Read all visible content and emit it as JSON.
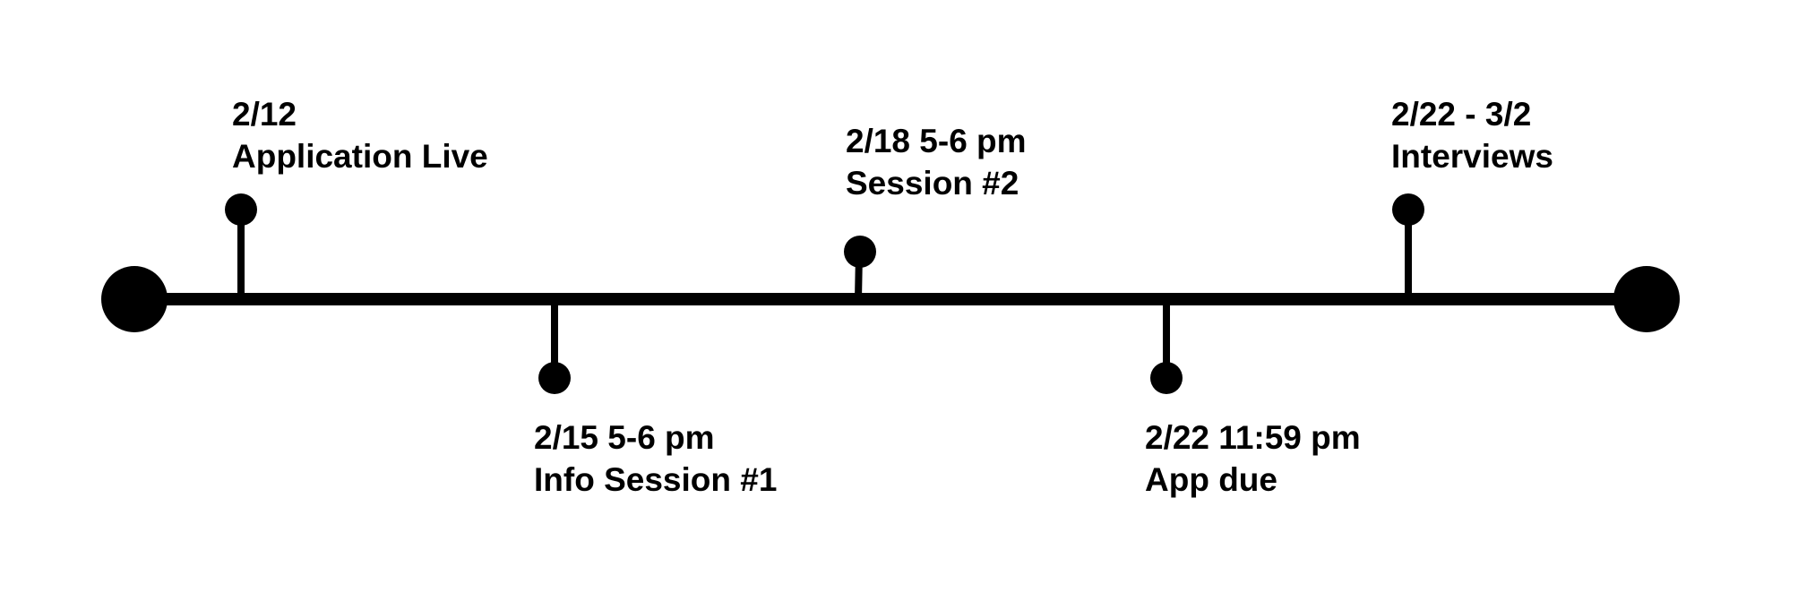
{
  "timeline": {
    "color": "#000000",
    "events": [
      {
        "date": "2/12",
        "title": "Application Live",
        "side": "above"
      },
      {
        "date": "2/15 5-6 pm",
        "title": "Info Session #1",
        "side": "below"
      },
      {
        "date": "2/18 5-6 pm",
        "title": "Session #2",
        "side": "above"
      },
      {
        "date": "2/22 11:59 pm",
        "title": "App due",
        "side": "below"
      },
      {
        "date": "2/22 - 3/2",
        "title": "Interviews",
        "side": "above"
      }
    ]
  }
}
